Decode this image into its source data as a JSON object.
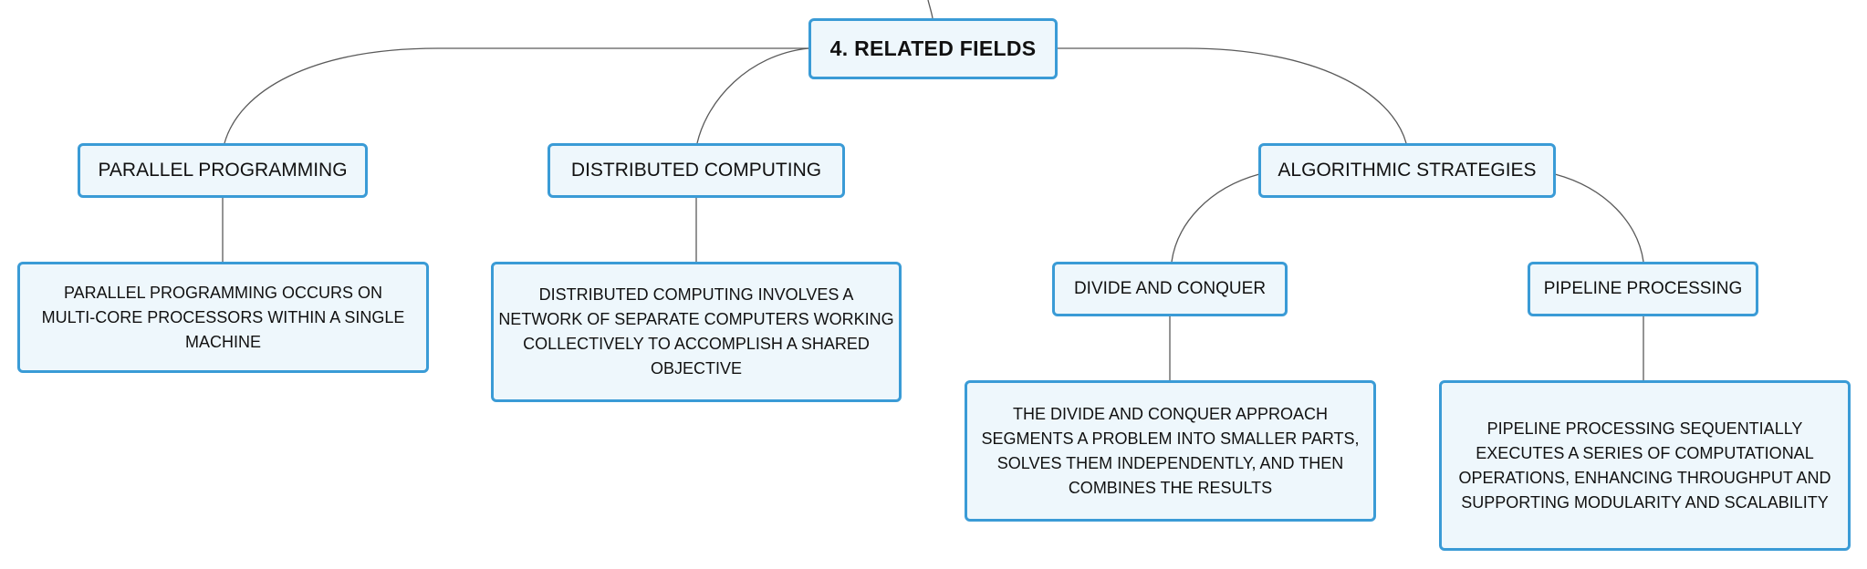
{
  "root": {
    "label": "4. RELATED FIELDS"
  },
  "branches": {
    "parallel": {
      "label": "PARALLEL PROGRAMMING",
      "description": "PARALLEL PROGRAMMING OCCURS ON MULTI-CORE PROCESSORS WITHIN A SINGLE MACHINE"
    },
    "distributed": {
      "label": "DISTRIBUTED COMPUTING",
      "description": "DISTRIBUTED COMPUTING INVOLVES A NETWORK OF SEPARATE COMPUTERS WORKING COLLECTIVELY TO ACCOMPLISH A SHARED OBJECTIVE"
    },
    "algorithmic": {
      "label": "ALGORITHMIC STRATEGIES",
      "children": {
        "divide": {
          "label": "DIVIDE AND CONQUER",
          "description": "THE DIVIDE AND CONQUER APPROACH SEGMENTS A PROBLEM INTO SMALLER PARTS, SOLVES THEM INDEPENDENTLY, AND THEN COMBINES THE RESULTS"
        },
        "pipeline": {
          "label": "PIPELINE PROCESSING",
          "description": "PIPELINE PROCESSING SEQUENTIALLY EXECUTES A SERIES OF COMPUTATIONAL OPERATIONS, ENHANCING THROUGHPUT AND SUPPORTING MODULARITY AND SCALABILITY"
        }
      }
    }
  },
  "colors": {
    "node_border": "#3a9bd6",
    "node_fill": "#eef7fc",
    "connector": "#5a5a5a",
    "text": "#111111"
  }
}
